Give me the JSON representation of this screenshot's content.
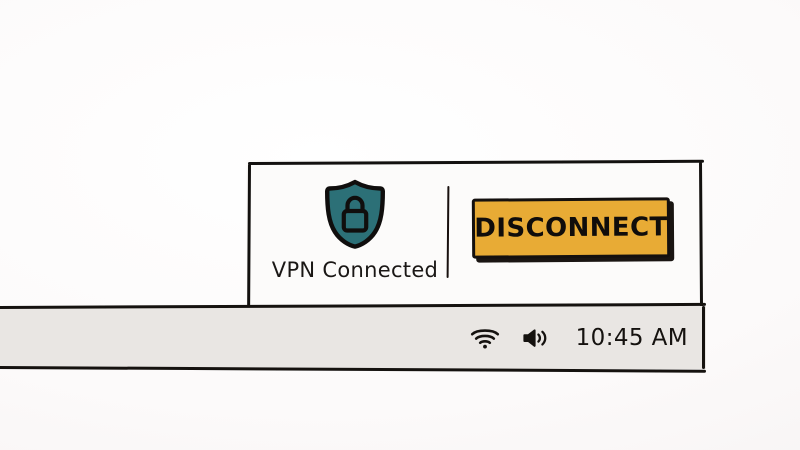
{
  "theme": {
    "page_background": "#fbf9f9",
    "window_background": "#fcfbfa",
    "ink": "#15120f",
    "shield_teal": "#2c7077",
    "button_amber": "#e8ab35",
    "taskbar_gray": "#e9e6e3"
  },
  "vpn_window": {
    "status": {
      "icon": "shield-lock-icon",
      "label": "VPN Connected"
    },
    "action": {
      "icon": null,
      "label": "DISCONNECT"
    }
  },
  "taskbar": {
    "tray": {
      "wifi_icon": "wifi-icon",
      "volume_icon": "volume-icon",
      "clock": "10:45 AM"
    }
  }
}
